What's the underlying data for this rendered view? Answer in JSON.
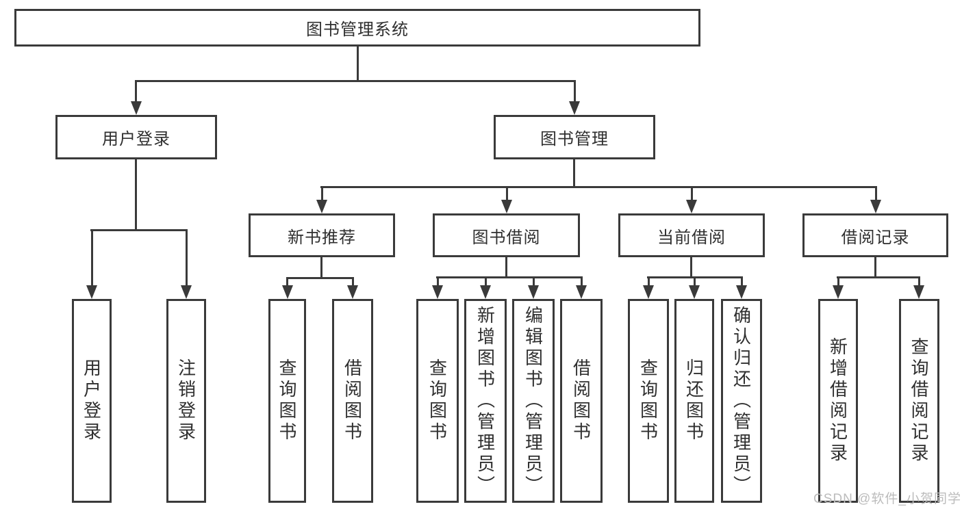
{
  "colors": {
    "line": "#3a3a3a",
    "text": "#2f2f2f",
    "background": "#ffffff",
    "watermark": "#bcbcbc"
  },
  "watermark": {
    "text": "CSDN @软件_小贺同学"
  },
  "tree": {
    "root": {
      "label": "图书管理系统"
    },
    "branches": [
      {
        "label": "用户登录",
        "children": [
          {
            "label": "用户登录"
          },
          {
            "label": "注销登录"
          }
        ]
      },
      {
        "label": "图书管理",
        "children": [
          {
            "label": "新书推荐",
            "children": [
              {
                "label": "查询图书"
              },
              {
                "label": "借阅图书"
              }
            ]
          },
          {
            "label": "图书借阅",
            "children": [
              {
                "label": "查询图书"
              },
              {
                "label": "新增图书（管理员）"
              },
              {
                "label": "编辑图书（管理员）"
              },
              {
                "label": "借阅图书"
              }
            ]
          },
          {
            "label": "当前借阅",
            "children": [
              {
                "label": "查询图书"
              },
              {
                "label": "归还图书"
              },
              {
                "label": "确认归还（管理员）"
              }
            ]
          },
          {
            "label": "借阅记录",
            "children": [
              {
                "label": "新增借阅记录"
              },
              {
                "label": "查询借阅记录"
              }
            ]
          }
        ]
      }
    ]
  }
}
